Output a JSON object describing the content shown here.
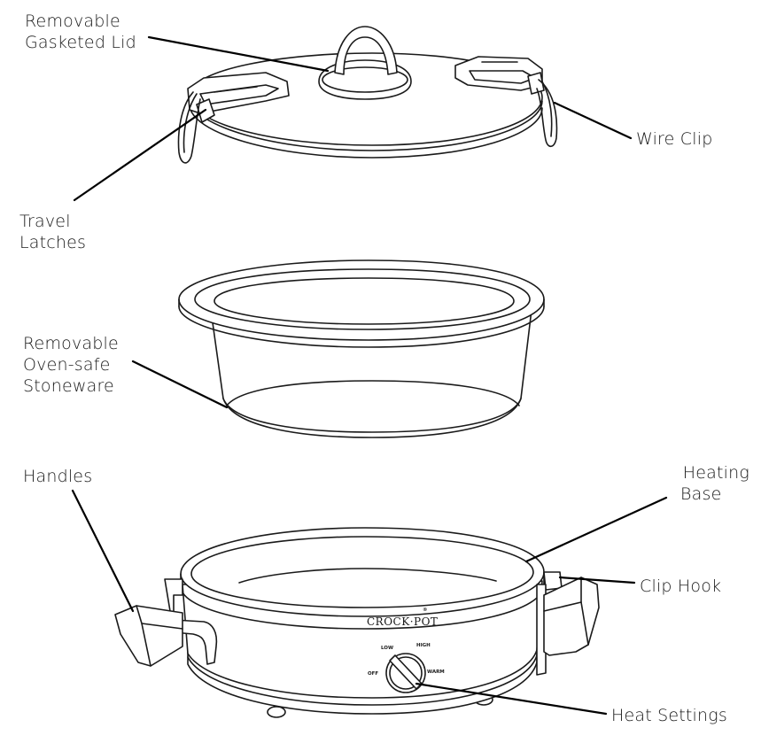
{
  "labels": {
    "lid": [
      "Removable",
      "Gasketed Lid"
    ],
    "wire_clip": "Wire Clip",
    "latches": [
      "Travel",
      "Latches"
    ],
    "stoneware": [
      "Removable",
      "Oven-safe",
      "Stoneware"
    ],
    "handles": "Handles",
    "base": [
      "Heating",
      "Base"
    ],
    "clip_hook": "Clip Hook",
    "heat_settings": "Heat Settings"
  },
  "dial": {
    "brand": "CROCK·POT",
    "brand_mark": "®",
    "low": "LOW",
    "high": "HIGH",
    "off": "OFF",
    "warm": "WARM"
  }
}
